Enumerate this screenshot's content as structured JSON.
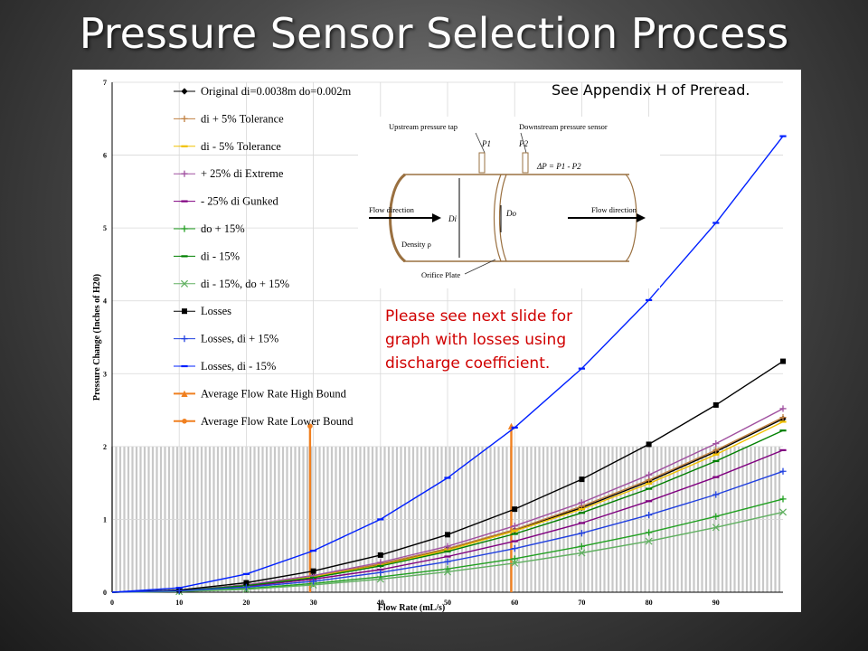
{
  "slide": {
    "title": "Pressure Sensor Selection Process",
    "appendix_note": "See Appendix H of Preread.",
    "red_note": "Please see next slide for graph with losses using discharge coefficient."
  },
  "diagram": {
    "upstream_label": "Upstream pressure tap",
    "downstream_label": "Downstream pressure sensor",
    "p1": "P1",
    "p2": "P2",
    "delta_p": "ΔP = P1 - P2",
    "flow_left": "Flow direction",
    "flow_right": "Flow direction",
    "di": "Di",
    "do": "Do",
    "density": "Density ρ",
    "orifice": "Orifice Plate"
  },
  "chart_data": {
    "type": "line",
    "xlabel": "Flow Rate (mL/s)",
    "ylabel": "Pressure Change (Inches of H20)",
    "xlim": [
      0,
      100
    ],
    "ylim": [
      0,
      7
    ],
    "xticks": [
      0,
      10,
      20,
      30,
      40,
      50,
      60,
      70,
      80,
      90
    ],
    "yticks": [
      0,
      1,
      2,
      3,
      4,
      5,
      6,
      7
    ],
    "x": [
      0,
      10,
      20,
      30,
      40,
      50,
      60,
      70,
      80,
      90,
      100
    ],
    "shaded_band": {
      "y_max": 2,
      "x_max": 100
    },
    "legend_position": "top-left",
    "series": [
      {
        "name": "Original di=0.0038m do=0.002m",
        "color": "#000000",
        "marker": "diamond",
        "values": [
          0,
          0.02,
          0.1,
          0.22,
          0.38,
          0.59,
          0.85,
          1.16,
          1.52,
          1.93,
          2.38
        ]
      },
      {
        "name": "di + 5% Tolerance",
        "color": "#c08040",
        "marker": "plus",
        "values": [
          0,
          0.02,
          0.1,
          0.22,
          0.39,
          0.6,
          0.86,
          1.18,
          1.54,
          1.95,
          2.4
        ]
      },
      {
        "name": "di - 5% Tolerance",
        "color": "#f0c000",
        "marker": "dash",
        "values": [
          0,
          0.02,
          0.09,
          0.21,
          0.37,
          0.58,
          0.84,
          1.14,
          1.49,
          1.89,
          2.34
        ]
      },
      {
        "name": "+ 25% di Extreme",
        "color": "#a050a0",
        "marker": "plus",
        "values": [
          0,
          0.02,
          0.1,
          0.23,
          0.41,
          0.63,
          0.91,
          1.23,
          1.61,
          2.04,
          2.52
        ]
      },
      {
        "name": "- 25% di Gunked",
        "color": "#800080",
        "marker": "dash",
        "values": [
          0,
          0.02,
          0.08,
          0.18,
          0.31,
          0.49,
          0.7,
          0.95,
          1.25,
          1.58,
          1.95
        ]
      },
      {
        "name": "do + 15%",
        "color": "#20a020",
        "marker": "plus",
        "values": [
          0,
          0.01,
          0.05,
          0.12,
          0.21,
          0.32,
          0.46,
          0.63,
          0.82,
          1.04,
          1.28
        ]
      },
      {
        "name": "di - 15%",
        "color": "#008000",
        "marker": "dash",
        "values": [
          0,
          0.02,
          0.09,
          0.2,
          0.36,
          0.56,
          0.8,
          1.09,
          1.42,
          1.8,
          2.22
        ]
      },
      {
        "name": "di - 15%, do + 15%",
        "color": "#60b060",
        "marker": "x",
        "values": [
          0,
          0.01,
          0.04,
          0.1,
          0.18,
          0.28,
          0.4,
          0.54,
          0.7,
          0.89,
          1.1
        ]
      },
      {
        "name": "Losses",
        "color": "#000000",
        "marker": "square",
        "values": [
          0,
          0.03,
          0.13,
          0.29,
          0.51,
          0.79,
          1.14,
          1.55,
          2.03,
          2.57,
          3.17
        ]
      },
      {
        "name": "Losses, di + 15%",
        "color": "#2040e0",
        "marker": "plus",
        "values": [
          0,
          0.02,
          0.07,
          0.15,
          0.27,
          0.42,
          0.6,
          0.81,
          1.06,
          1.34,
          1.66
        ]
      },
      {
        "name": "Losses, di - 15%",
        "color": "#0020ff",
        "marker": "dash",
        "values": [
          0,
          0.06,
          0.25,
          0.57,
          1.0,
          1.57,
          2.26,
          3.07,
          4.01,
          5.07,
          6.26
        ]
      },
      {
        "name": "Average Flow Rate High Bound",
        "color": "#f08020",
        "marker": "triangle",
        "vline_x": 59.5,
        "vline_top": 2.28
      },
      {
        "name": "Average Flow Rate Lower Bound",
        "color": "#f08020",
        "marker": "dot",
        "vline_x": 29.5,
        "vline_top": 2.28
      }
    ]
  }
}
